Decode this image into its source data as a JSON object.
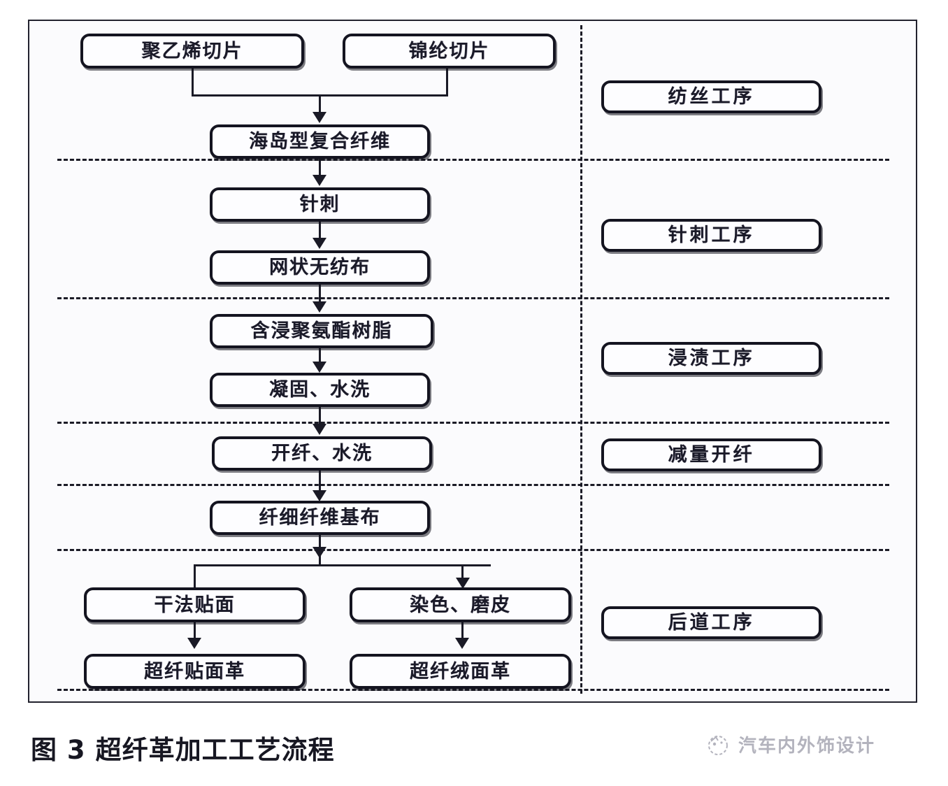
{
  "figure": {
    "caption_number": "图 3",
    "caption_text": "超纤革加工工艺流程"
  },
  "watermark": {
    "text": "汽车内外饰设计",
    "logo_icon": "circular-logo-icon"
  },
  "colors": {
    "box_border": "#141420",
    "box_fill": "#fdfdff",
    "connector": "#1a1a26",
    "divider": "#1b1b26",
    "frame": "#22222e",
    "text": "#1a1a28"
  },
  "flow": {
    "nodes": [
      {
        "id": "pe-chips",
        "label": "聚乙烯切片"
      },
      {
        "id": "nylon-chips",
        "label": "锦纶切片"
      },
      {
        "id": "sea-island-fiber",
        "label": "海岛型复合纤维"
      },
      {
        "id": "needle-punch",
        "label": "针刺"
      },
      {
        "id": "web-nonwoven",
        "label": "网状无纺布"
      },
      {
        "id": "pu-impregnation",
        "label": "含浸聚氨酯树脂"
      },
      {
        "id": "coagulate-wash",
        "label": "凝固、水洗"
      },
      {
        "id": "split-wash",
        "label": "开纤、水洗"
      },
      {
        "id": "fine-fiber-base",
        "label": "纤细纤维基布"
      },
      {
        "id": "dry-lamination",
        "label": "干法贴面"
      },
      {
        "id": "dye-buff",
        "label": "染色、磨皮"
      },
      {
        "id": "laminated-leather",
        "label": "超纤贴面革"
      },
      {
        "id": "suede-leather",
        "label": "超纤绒面革"
      }
    ]
  },
  "stages": [
    {
      "id": "spinning",
      "label": "纺丝工序"
    },
    {
      "id": "needling",
      "label": "针刺工序"
    },
    {
      "id": "impregnation",
      "label": "浸渍工序"
    },
    {
      "id": "weight-loss",
      "label": "减量开纤"
    },
    {
      "id": "post-process",
      "label": "后道工序"
    }
  ]
}
